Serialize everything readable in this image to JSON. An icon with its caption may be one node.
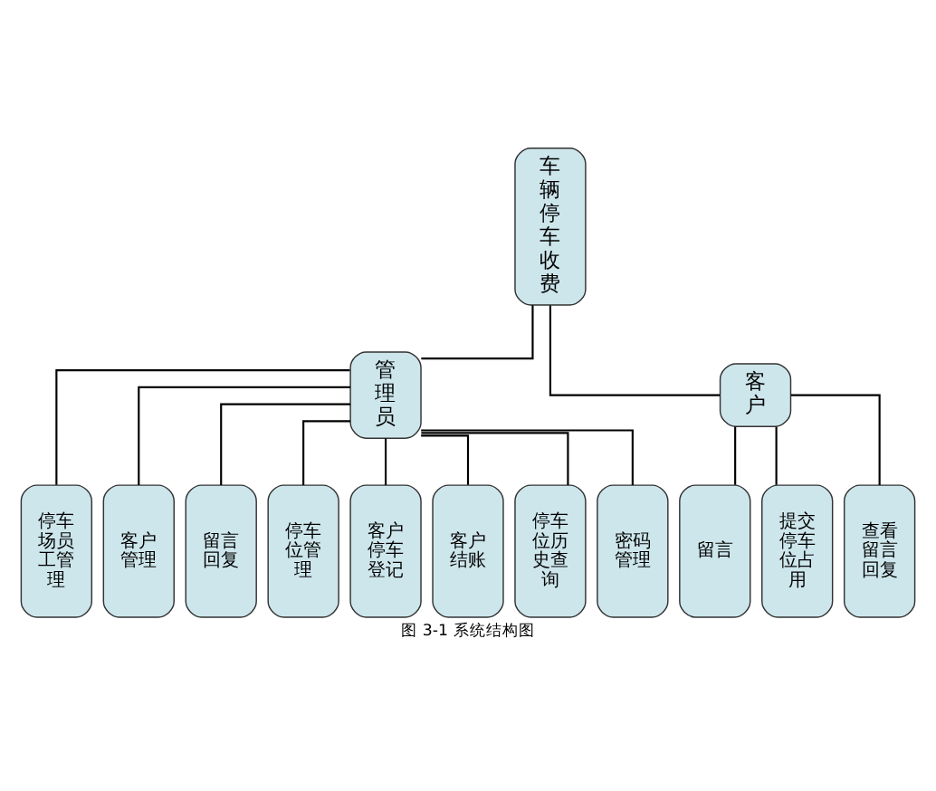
{
  "diagram": {
    "caption": "图 3-1 系统结构图",
    "nodes": [
      {
        "text": [
          "车辆停车收费"
        ]
      },
      {
        "text": [
          "管理员"
        ]
      },
      {
        "text": [
          "客户"
        ]
      },
      {
        "text": [
          "停车场员工管理"
        ]
      },
      {
        "text": [
          "客户管理"
        ]
      },
      {
        "text": [
          "留言回复"
        ]
      },
      {
        "text": [
          "停车位管理"
        ]
      },
      {
        "text": [
          "客户停车登记"
        ]
      },
      {
        "text": [
          "客户结账"
        ]
      },
      {
        "text": [
          "停车位历史查询"
        ]
      },
      {
        "text": [
          "密码管理"
        ]
      },
      {
        "text": [
          "留言"
        ]
      },
      {
        "text": [
          "提交停车位占用"
        ]
      },
      {
        "text": [
          "查看留言回复"
        ]
      }
    ],
    "edges": [
      {
        "from": 0,
        "to": 1,
        "arrow": "none"
      },
      {
        "from": 0,
        "to": 2,
        "arrow": "none"
      },
      {
        "from": 1,
        "to": 3,
        "arrow": "none"
      },
      {
        "from": 1,
        "to": 4,
        "arrow": "none"
      },
      {
        "from": 1,
        "to": 5,
        "arrow": "none"
      },
      {
        "from": 1,
        "to": 6,
        "arrow": "none"
      },
      {
        "from": 1,
        "to": 7,
        "arrow": "none"
      },
      {
        "from": 1,
        "to": 8,
        "arrow": "none"
      },
      {
        "from": 1,
        "to": 9,
        "arrow": "none"
      },
      {
        "from": 1,
        "to": 10,
        "arrow": "none"
      },
      {
        "from": 2,
        "to": 11,
        "arrow": "none"
      },
      {
        "from": 2,
        "to": 12,
        "arrow": "none"
      },
      {
        "from": 2,
        "to": 13,
        "arrow": "none"
      }
    ]
  }
}
